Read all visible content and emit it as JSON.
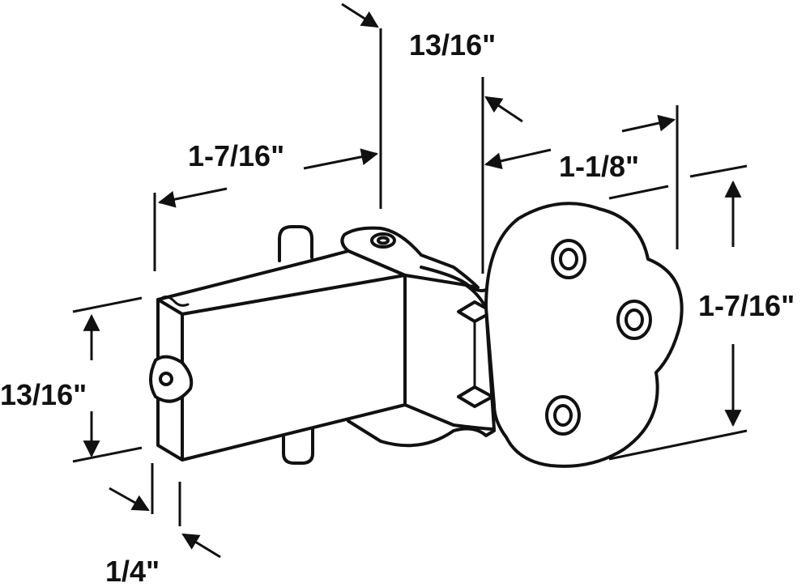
{
  "dimensions": {
    "top_width": "13/16\"",
    "body_length": "1-7/16\"",
    "plate_width": "1-1/8\"",
    "plate_height": "1-7/16\"",
    "body_height": "13/16\"",
    "body_depth": "1/4\""
  },
  "colors": {
    "stroke": "#111111",
    "fill": "#ffffff"
  }
}
